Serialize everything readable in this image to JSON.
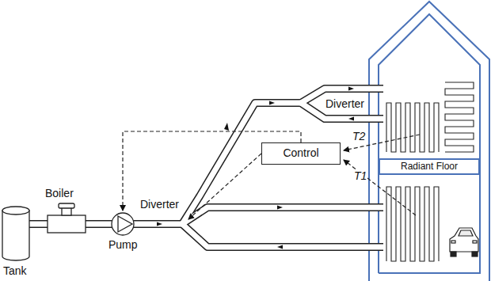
{
  "diagram": {
    "nodes": [
      {
        "text": [
          "Control"
        ]
      },
      {
        "text": [
          "Radiant Floor"
        ]
      }
    ],
    "labels": [
      "Tank",
      "Boiler",
      "Pump",
      "Diverter",
      "Diverter",
      "T2",
      "T1"
    ]
  }
}
